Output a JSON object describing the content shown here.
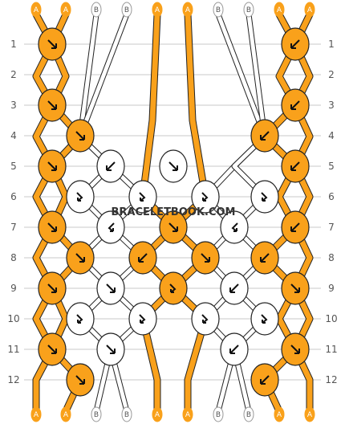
{
  "colors": {
    "A": "#f9a11b",
    "B": "#ffffff",
    "outline": "#222222",
    "grid": "#c8c8c8"
  },
  "strands_top": [
    "A",
    "A",
    "B",
    "B",
    "A",
    "A",
    "B",
    "B",
    "A",
    "A"
  ],
  "strands_bottom": [
    "A",
    "A",
    "B",
    "B",
    "A",
    "A",
    "B",
    "B",
    "A",
    "A"
  ],
  "row_labels": [
    "1",
    "2",
    "3",
    "4",
    "5",
    "6",
    "7",
    "8",
    "9",
    "10",
    "11",
    "12"
  ],
  "watermark": "BRACELETBOOK.COM",
  "knots": [
    {
      "row": 1,
      "col": 0,
      "dir": "f",
      "color": "A"
    },
    {
      "row": 1,
      "col": 4,
      "dir": "b",
      "color": "A"
    },
    {
      "row": 3,
      "col": 0,
      "dir": "f",
      "color": "A"
    },
    {
      "row": 3,
      "col": 4,
      "dir": "b",
      "color": "A"
    },
    {
      "row": 4,
      "col": 1,
      "dir": "f",
      "color": "A"
    },
    {
      "row": 4,
      "col": 3,
      "dir": "b",
      "color": "A"
    },
    {
      "row": 5,
      "col": 0,
      "dir": "f",
      "color": "A"
    },
    {
      "row": 5,
      "col": 1.5,
      "dir": "b",
      "color": "B"
    },
    {
      "row": 5,
      "col": 2.5,
      "dir": "f",
      "color": "B"
    },
    {
      "row": 5,
      "col": 4,
      "dir": "b",
      "color": "A"
    },
    {
      "row": 6,
      "col": 1,
      "dir": "fb",
      "color": "B"
    },
    {
      "row": 6,
      "col": 2,
      "dir": "fb",
      "color": "B"
    },
    {
      "row": 6,
      "col": 3,
      "dir": "fb",
      "color": "B"
    },
    {
      "row": 6,
      "col": 4,
      "dir": "fb",
      "color": "B"
    },
    {
      "row": 7,
      "col": 0,
      "dir": "f",
      "color": "A"
    },
    {
      "row": 7,
      "col": 1.5,
      "dir": "bf",
      "color": "B"
    },
    {
      "row": 7,
      "col": 2.5,
      "dir": "f",
      "color": "A"
    },
    {
      "row": 7,
      "col": 3.5,
      "dir": "bf",
      "color": "B"
    },
    {
      "row": 7,
      "col": 4,
      "dir": "b",
      "color": "A"
    },
    {
      "row": 8,
      "col": 1,
      "dir": "f",
      "color": "A"
    },
    {
      "row": 8,
      "col": 2,
      "dir": "b",
      "color": "A"
    },
    {
      "row": 8,
      "col": 3,
      "dir": "f",
      "color": "A"
    },
    {
      "row": 8,
      "col": 4,
      "dir": "b",
      "color": "A"
    },
    {
      "row": 9,
      "col": 0,
      "dir": "f",
      "color": "A"
    },
    {
      "row": 9,
      "col": 1.5,
      "dir": "f",
      "color": "B"
    },
    {
      "row": 9,
      "col": 2.5,
      "dir": "fb",
      "color": "A"
    },
    {
      "row": 9,
      "col": 3.5,
      "dir": "b",
      "color": "B"
    },
    {
      "row": 9,
      "col": 4,
      "dir": "f",
      "color": "A"
    },
    {
      "row": 10,
      "col": 1,
      "dir": "fb",
      "color": "B"
    },
    {
      "row": 10,
      "col": 2,
      "dir": "fb",
      "color": "B"
    },
    {
      "row": 10,
      "col": 3,
      "dir": "fb",
      "color": "B"
    },
    {
      "row": 10,
      "col": 4,
      "dir": "fb",
      "color": "B"
    },
    {
      "row": 11,
      "col": 0,
      "dir": "f",
      "color": "A"
    },
    {
      "row": 11,
      "col": 1.5,
      "dir": "f",
      "color": "B"
    },
    {
      "row": 11,
      "col": 3.5,
      "dir": "b",
      "color": "B"
    },
    {
      "row": 11,
      "col": 4,
      "dir": "f",
      "color": "A"
    },
    {
      "row": 12,
      "col": 1,
      "dir": "f",
      "color": "A"
    },
    {
      "row": 12,
      "col": 4,
      "dir": "b",
      "color": "A"
    }
  ]
}
